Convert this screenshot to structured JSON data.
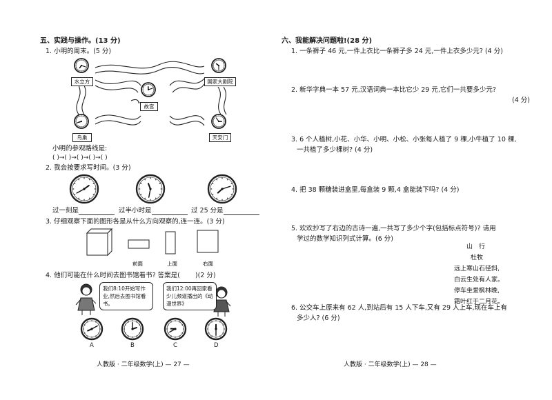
{
  "left": {
    "section5_title": "五、实践与操作。(13 分)",
    "q1": {
      "text": "1. 小明的周末。(5 分)",
      "places": [
        "水立方",
        "故宫",
        "国家大剧院",
        "鸟巢",
        "天安门"
      ],
      "route_label": "小明的参观路线是:",
      "route_line": "(          )→(          )→(          )→(          )→(               )"
    },
    "q2": {
      "text": "2. 我会按要求写时间。(3 分)",
      "labels": [
        "过一刻是",
        "过半小时是",
        "过 25 分是"
      ]
    },
    "q3": {
      "text": "3. 仔细观察下面的图形各是从什么方向观察的,连一连。(3 分)",
      "views": [
        "前面",
        "上面",
        "右面"
      ]
    },
    "q4": {
      "text": "4. 他们可能在什么时间去图书馆看书? 答案是(",
      "text_end": ")(2 分)",
      "bubble_left": "我们8:10开始写作业,然后去图书馆看书。",
      "bubble_right": "我们12:00再回家看少儿频道播出的《动漫世界》",
      "options": [
        "A",
        "B",
        "C",
        "D"
      ]
    },
    "footer": "人教版 · 二年级数学(上)    — 27 —"
  },
  "right": {
    "section6_title": "六、我能解决问题啦!(28 分)",
    "q1": "1. 一条裤子 46 元,一件上衣比一条裤子多 24 元,一件上衣多少元? (4 分)",
    "q2_line1": "2. 新华字典一本 57 元,汉语词典一本比它少 29 元,它们一共要多少元?",
    "q2_line2": "(4 分)",
    "q3_line1": "3. 6 个人植树,小花、小华、小明、小松、小张每人植了 9 棵,小牛植了 10 棵,",
    "q3_line2": "一共植了多少棵树? (4 分)",
    "q4": "4. 把 38 颗糖装进盒里,每盒装 9 颗,4 盒能装下吗? (4 分)",
    "q5_line1": "5. 欢欢抄写了右边的古诗一遍,一共写了多少个字(包括标点符号)? 请用",
    "q5_line2": "学过的数学知识列式计算。(6 分)",
    "poem": {
      "title": "山　行",
      "author": "杜牧",
      "lines": [
        "远上寒山石径斜,",
        "白云生处有人家。",
        "停车坐爱枫林晚,",
        "霜叶红于二月花。"
      ]
    },
    "q6_line1": "6. 公交车上原来有 62 人,到站后有 15 人下车,又有 29 人上车,现在车上有",
    "q6_line2": "多少人? (6 分)",
    "footer": "人教版 · 二年级数学(上)    — 28 —"
  }
}
